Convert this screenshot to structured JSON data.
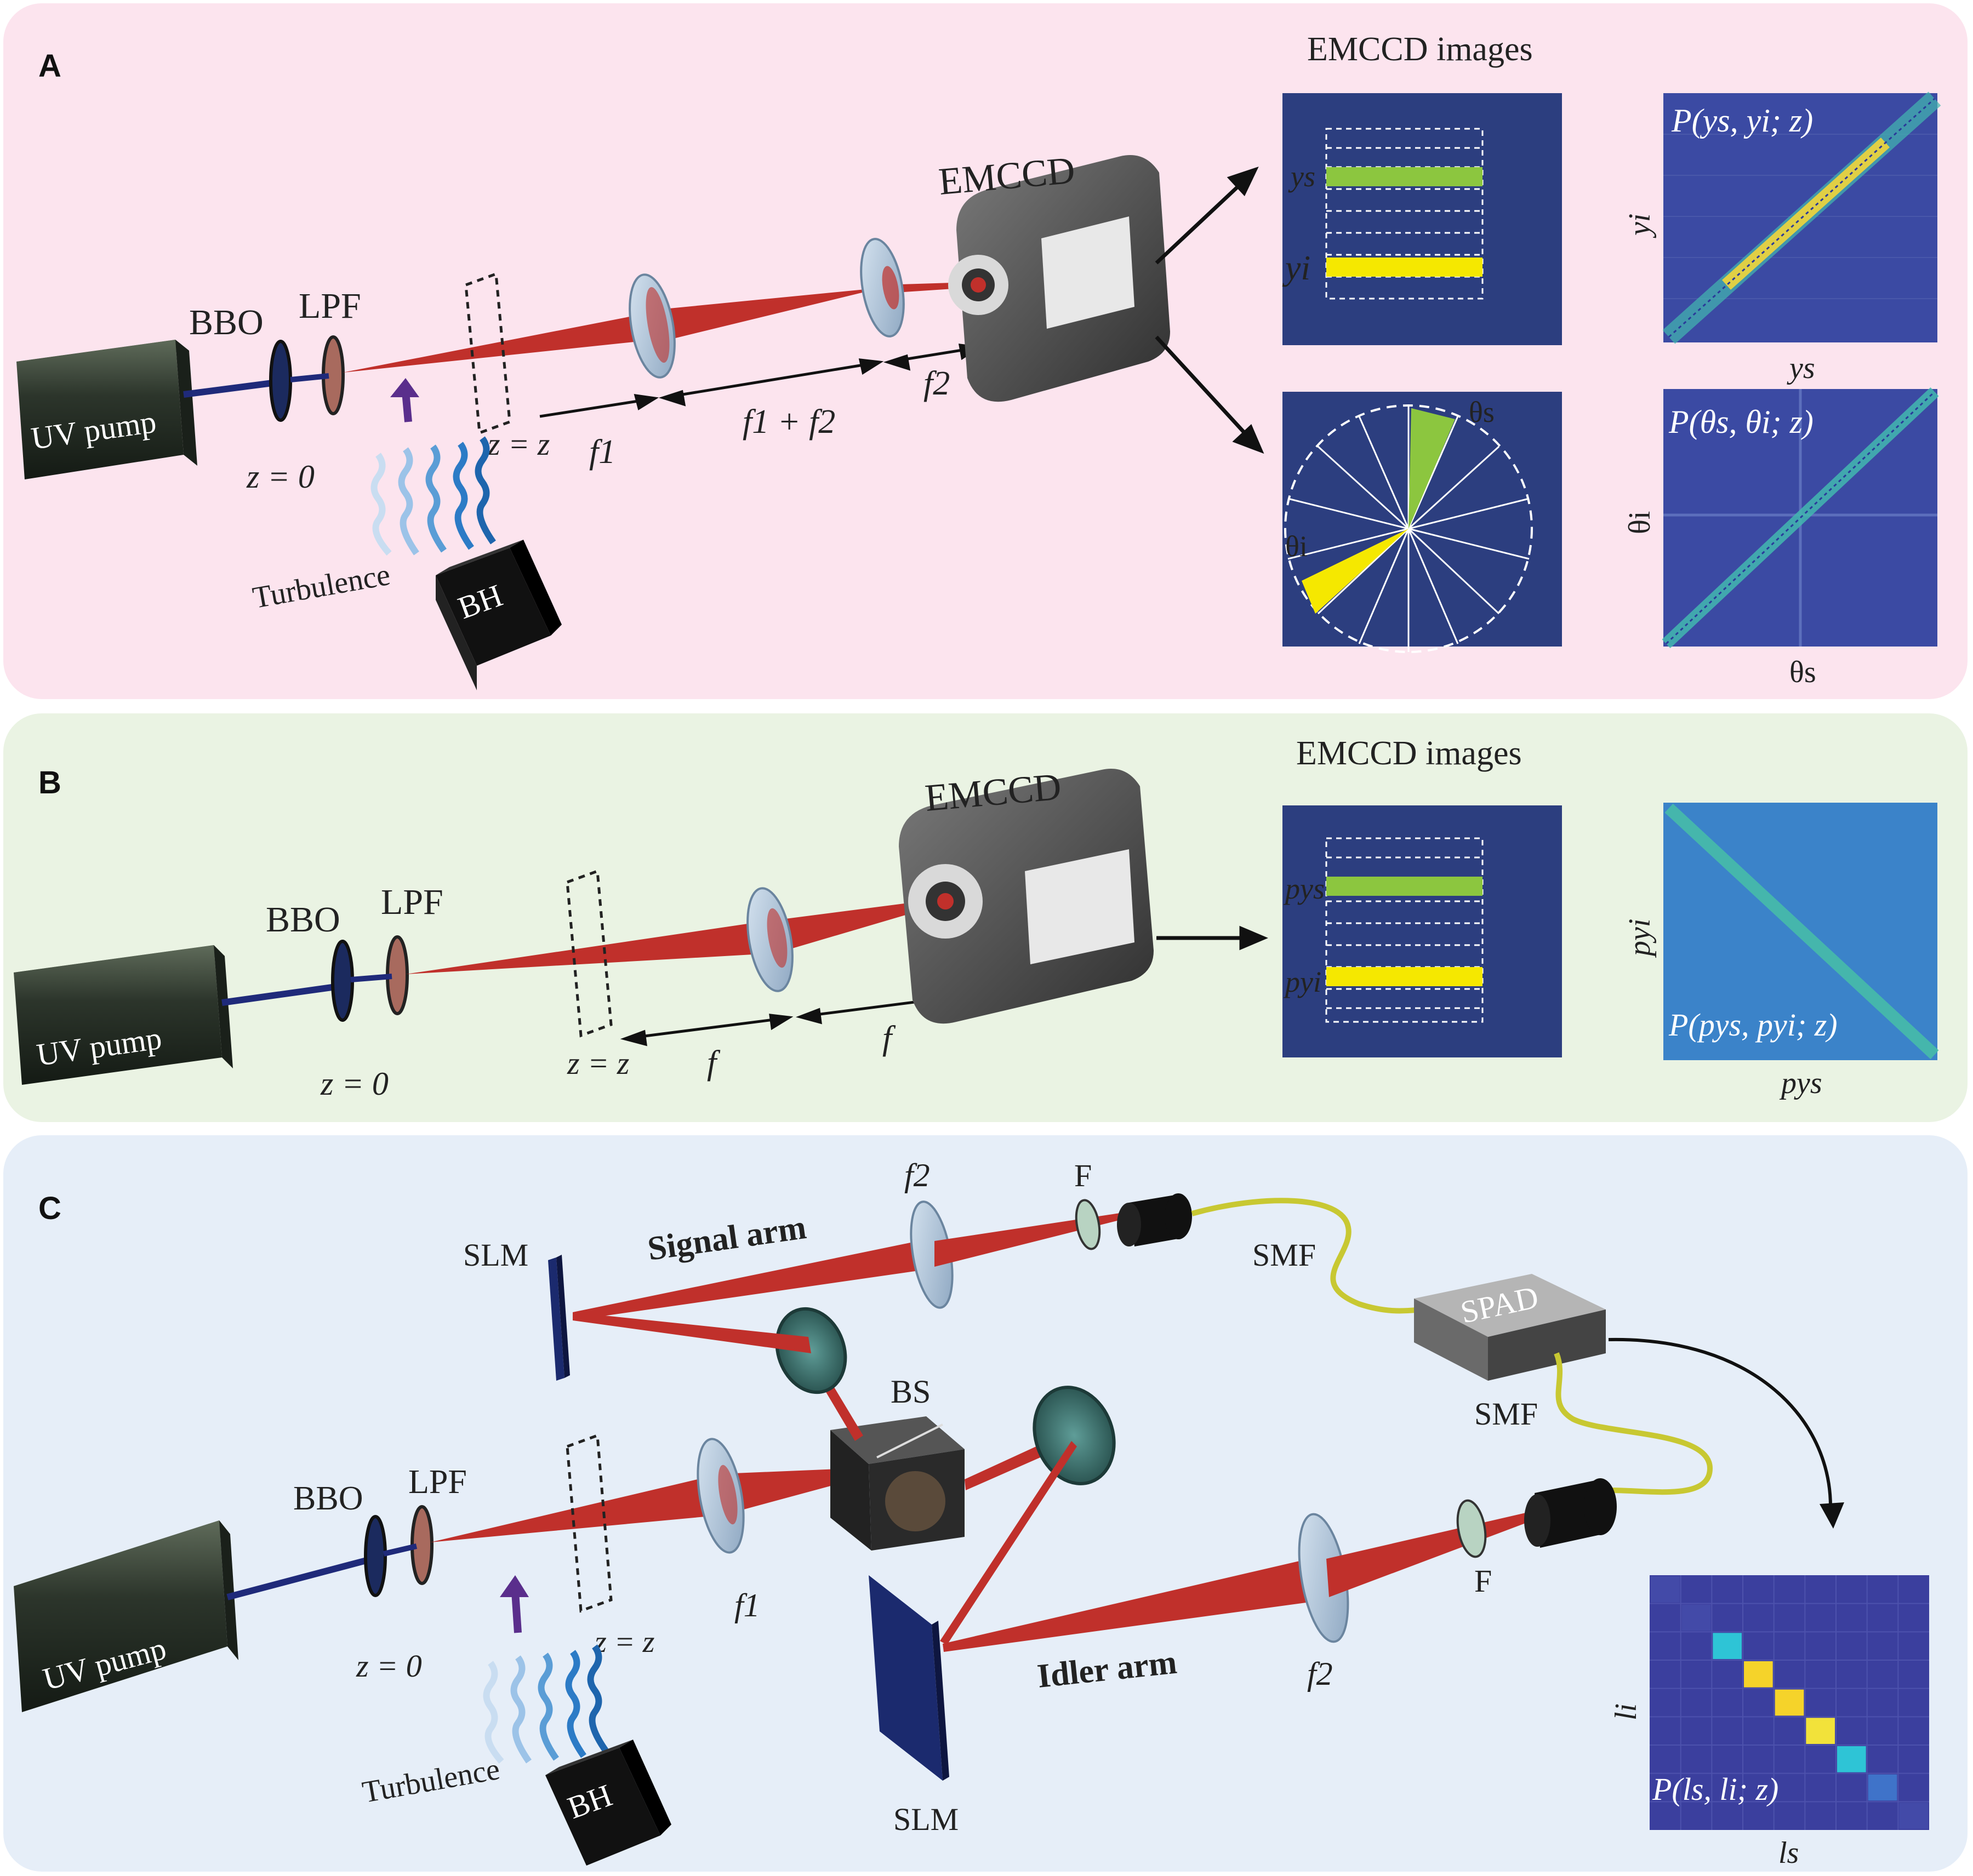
{
  "panels": {
    "A": {
      "letter": "A",
      "emccd_title": "EMCCD images",
      "emccd_label": "EMCCD",
      "pump_label": "UV  pump",
      "bbo_label": "BBO",
      "lpf_label": "LPF",
      "z0_label": "z = 0",
      "zz_label": "z = z",
      "turbulence_label": "Turbulence",
      "bh_label": "BH",
      "f1_label": "f1",
      "f1f2_label": "f1 + f2",
      "f2_label": "f2",
      "img1": {
        "ys_label": "ys",
        "yi_label": "yi"
      },
      "img2": {
        "theta_s_label": "θs",
        "theta_i_label": "θi"
      },
      "plot1": {
        "title": "P(ys, yi; z)",
        "xlabel": "ys",
        "ylabel": "yi"
      },
      "plot2": {
        "title": "P(θs, θi; z)",
        "xlabel": "θs",
        "ylabel": "θi"
      }
    },
    "B": {
      "letter": "B",
      "emccd_title": "EMCCD images",
      "emccd_label": "EMCCD",
      "pump_label": "UV  pump",
      "bbo_label": "BBO",
      "lpf_label": "LPF",
      "z0_label": "z = 0",
      "zz_label": "z = z",
      "f_label_1": "f",
      "f_label_2": "f",
      "img": {
        "pys_label": "pys",
        "pyi_label": "pyi"
      },
      "plot": {
        "title": "P(pys, pyi; z)",
        "xlabel": "pys",
        "ylabel": "pyi"
      }
    },
    "C": {
      "letter": "C",
      "pump_label": "UV  pump",
      "bbo_label": "BBO",
      "lpf_label": "LPF",
      "z0_label": "z = 0",
      "zz_label": "z = z",
      "turbulence_label": "Turbulence",
      "bh_label": "BH",
      "f1_label": "f1",
      "f2_top_label": "f2",
      "f2_bottom_label": "f2",
      "f_top_label": "F",
      "f_bottom_label": "F",
      "slm_top_label": "SLM",
      "slm_bottom_label": "SLM",
      "signal_arm_label": "Signal arm",
      "idler_arm_label": "Idler arm",
      "bs_label": "BS",
      "smf_top_label": "SMF",
      "smf_bottom_label": "SMF",
      "spad_label": "SPAD",
      "plot": {
        "title": "P(ls, li; z)",
        "xlabel": "ls",
        "ylabel": "li"
      }
    }
  },
  "colors": {
    "panelA_bg": "#fce4ee",
    "panelB_bg": "#eaf3e3",
    "panelC_bg": "#e6eef8",
    "beam": "#c0302b",
    "pump_beam": "#1f2a7a",
    "green_band": "#8cc63f",
    "yellow_band": "#f5e800",
    "emccd_bg": "#2c2f7a",
    "plot_bg": "#3b4aa3",
    "diag": "#f0d52a",
    "fiber": "#c8c832"
  },
  "chart_data": [
    {
      "type": "heatmap",
      "title": "P(ls, li; z)",
      "xlabel": "ls",
      "ylabel": "li",
      "grid": true,
      "diagonal_intensity": [
        0.1,
        0.2,
        0.55,
        0.95,
        1.0,
        0.9,
        0.6,
        0.25,
        0.1
      ]
    }
  ]
}
